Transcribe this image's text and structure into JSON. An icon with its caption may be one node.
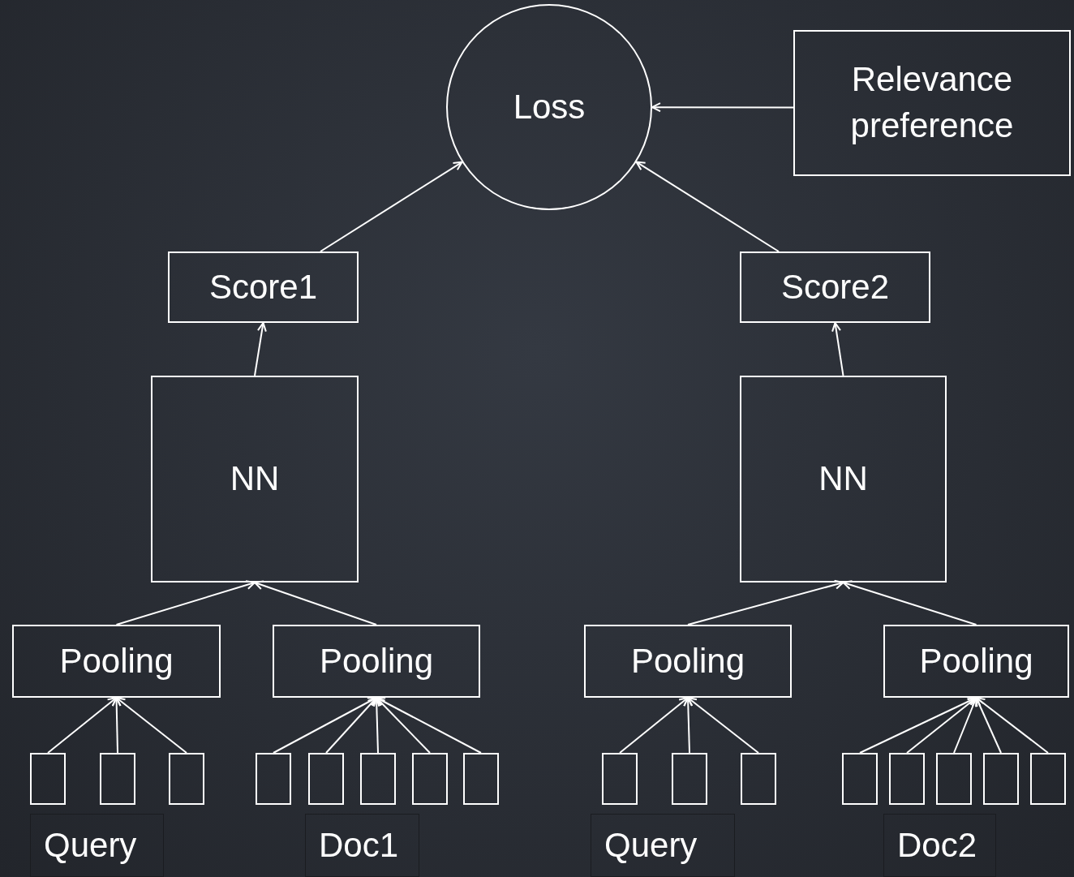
{
  "diagram": {
    "nodes": [
      {
        "text": [
          "Loss"
        ]
      },
      {
        "text": [
          "Relevance preference"
        ]
      },
      {
        "text": [
          "Score1"
        ]
      },
      {
        "text": [
          "Score2"
        ]
      },
      {
        "text": [
          "NN"
        ]
      },
      {
        "text": [
          "NN"
        ]
      },
      {
        "text": [
          "Pooling"
        ]
      },
      {
        "text": [
          "Pooling"
        ]
      },
      {
        "text": [
          "Pooling"
        ]
      },
      {
        "text": [
          "Pooling"
        ]
      },
      {
        "text": [],
        "shape": "box"
      },
      {
        "text": [],
        "shape": "box"
      },
      {
        "text": [],
        "shape": "box"
      },
      {
        "text": [],
        "shape": "box"
      },
      {
        "text": [],
        "shape": "box"
      },
      {
        "text": [],
        "shape": "box"
      },
      {
        "text": [],
        "shape": "box"
      },
      {
        "text": [],
        "shape": "box"
      },
      {
        "text": [],
        "shape": "box"
      },
      {
        "text": [],
        "shape": "box"
      },
      {
        "text": [],
        "shape": "box"
      },
      {
        "text": [],
        "shape": "box"
      },
      {
        "text": [],
        "shape": "box"
      },
      {
        "text": [],
        "shape": "box"
      },
      {
        "text": [],
        "shape": "box"
      },
      {
        "text": [],
        "shape": "box"
      },
      {
        "text": [
          "Query"
        ]
      },
      {
        "text": [
          "Doc1"
        ]
      },
      {
        "text": [
          "Query"
        ]
      },
      {
        "text": [
          "Doc2"
        ]
      }
    ],
    "edges": [
      {
        "from": 1,
        "to": 0,
        "arrow": "to"
      },
      {
        "from": 2,
        "to": 0,
        "arrow": "to"
      },
      {
        "from": 3,
        "to": 0,
        "arrow": "to"
      },
      {
        "from": 4,
        "to": 2,
        "arrow": "to"
      },
      {
        "from": 5,
        "to": 3,
        "arrow": "to"
      },
      {
        "from": 6,
        "to": 4,
        "arrow": "to"
      },
      {
        "from": 7,
        "to": 4,
        "arrow": "to"
      },
      {
        "from": 8,
        "to": 5,
        "arrow": "to"
      },
      {
        "from": 9,
        "to": 5,
        "arrow": "to"
      },
      {
        "from": 10,
        "to": 6,
        "arrow": "to"
      },
      {
        "from": 11,
        "to": 6,
        "arrow": "to"
      },
      {
        "from": 12,
        "to": 6,
        "arrow": "to"
      },
      {
        "from": 13,
        "to": 7,
        "arrow": "to"
      },
      {
        "from": 14,
        "to": 7,
        "arrow": "to"
      },
      {
        "from": 15,
        "to": 7,
        "arrow": "to"
      },
      {
        "from": 16,
        "to": 7,
        "arrow": "to"
      },
      {
        "from": 17,
        "to": 7,
        "arrow": "to"
      },
      {
        "from": 18,
        "to": 8,
        "arrow": "to"
      },
      {
        "from": 19,
        "to": 8,
        "arrow": "to"
      },
      {
        "from": 20,
        "to": 8,
        "arrow": "to"
      },
      {
        "from": 21,
        "to": 9,
        "arrow": "to"
      },
      {
        "from": 22,
        "to": 9,
        "arrow": "to"
      },
      {
        "from": 23,
        "to": 9,
        "arrow": "to"
      },
      {
        "from": 24,
        "to": 9,
        "arrow": "to"
      },
      {
        "from": 25,
        "to": 9,
        "arrow": "to"
      }
    ]
  }
}
